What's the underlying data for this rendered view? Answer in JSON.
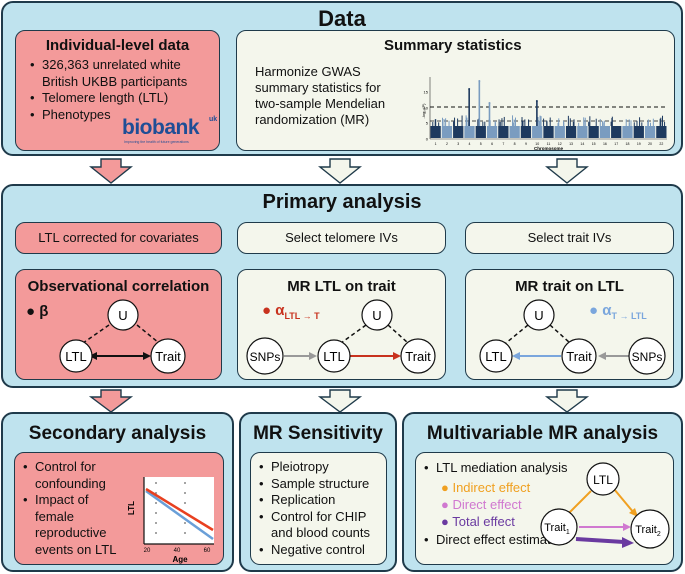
{
  "data_section": {
    "title": "Data",
    "individual": {
      "title": "Individual-level data",
      "bullets": [
        "326,363 unrelated white British UKBB participants",
        "Telomere length (LTL)",
        "Phenotypes"
      ],
      "logo": "biobank",
      "logo_sup": "uk",
      "logo_tagline": "Improving the health of future generations"
    },
    "summary": {
      "title": "Summary statistics",
      "text_lines": [
        "Harmonize GWAS",
        "summary statistics for",
        "two-sample Mendelian",
        "randomization (MR)"
      ],
      "manhattan": {
        "ylabel": "-log₁₀(P)",
        "xlabel": "Chromosome",
        "yticks": [
          "0",
          "5",
          "10",
          "15"
        ],
        "xticks": [
          "1",
          "2",
          "3",
          "4",
          "5",
          "6",
          "7",
          "8",
          "9",
          "10",
          "11",
          "12",
          "13",
          "14",
          "15",
          "16",
          "17",
          "18",
          "19",
          "20",
          "22"
        ]
      }
    }
  },
  "primary": {
    "title": "Primary analysis",
    "step_labels": [
      "LTL corrected for covariates",
      "Select telomere IVs",
      "Select trait IVs"
    ],
    "observational": {
      "title": "Observational correlation",
      "beta": "β",
      "nodes": {
        "u": "U",
        "ltl": "LTL",
        "trait": "Trait"
      }
    },
    "mr_ltl_on_trait": {
      "title": "MR LTL on trait",
      "alpha": "α",
      "alpha_sub": "LTL → T",
      "nodes": {
        "u": "U",
        "snps": "SNPs",
        "ltl": "LTL",
        "trait": "Trait"
      }
    },
    "mr_trait_on_ltl": {
      "title": "MR trait on LTL",
      "alpha": "α",
      "alpha_sub": "T → LTL",
      "nodes": {
        "u": "U",
        "ltl": "LTL",
        "trait": "Trait",
        "snps": "SNPs"
      }
    }
  },
  "secondary": {
    "title": "Secondary analysis",
    "bullets": [
      "Control for confounding",
      "Impact of female reproductive events on LTL"
    ],
    "mini_plot": {
      "ylabel": "LTL",
      "xlabel": "Age",
      "xticks": [
        "20",
        "40",
        "60"
      ]
    }
  },
  "sensitivity": {
    "title": "MR Sensitivity",
    "bullets": [
      "Pleiotropy",
      "Sample structure",
      "Replication",
      "Control for CHIP and blood counts",
      "Negative control"
    ]
  },
  "multivariable": {
    "title": "Multivariable MR analysis",
    "bullets": [
      "LTL mediation analysis",
      "Direct effect estimation"
    ],
    "effects": [
      "Indirect effect",
      "Direct effect",
      "Total effect"
    ],
    "nodes": {
      "ltl": "LTL",
      "trait1": "Trait",
      "trait1_sub": "1",
      "trait2": "Trait",
      "trait2_sub": "2"
    }
  },
  "colors": {
    "section_bg": "#bfe3ee",
    "red_box": "#f39a9a",
    "cream_box": "#f4f6ec",
    "mr_red": "#c8321e",
    "mr_blue": "#7aa6dd",
    "indirect": "#f0a020",
    "direct": "#d078d0",
    "total": "#6a3aa0"
  }
}
